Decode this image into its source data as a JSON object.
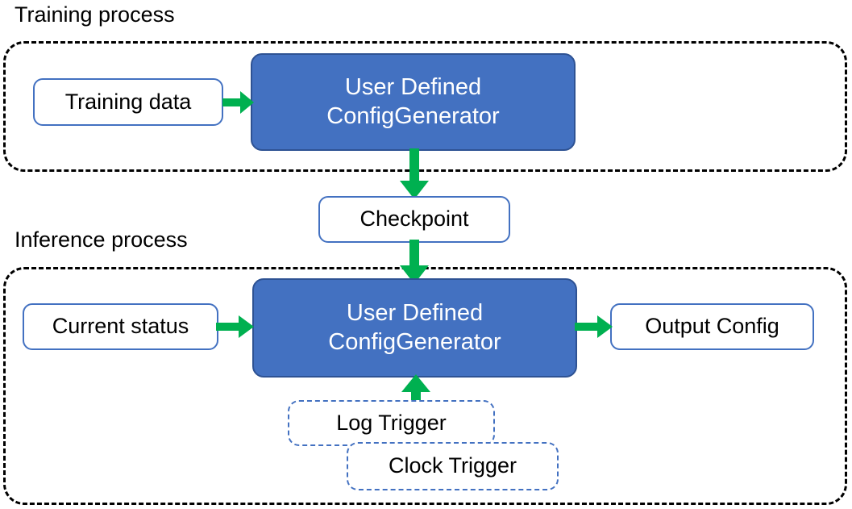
{
  "diagram": {
    "title_training": "Training process",
    "title_inference": "Inference process",
    "colors": {
      "process_fill": "#4371C1",
      "process_stroke": "#2E5293",
      "node_stroke": "#4371C1",
      "arrow_green": "#00B050",
      "group_stroke": "#000000",
      "text_dark": "#000000",
      "text_light": "#FFFFFF"
    },
    "training": {
      "caption": "Training process",
      "input_label": "Training data",
      "process_line1": "User Defined",
      "process_line2": "ConfigGenerator"
    },
    "checkpoint": {
      "label": "Checkpoint"
    },
    "inference": {
      "caption": "Inference process",
      "input_label": "Current status",
      "process_line1": "User Defined",
      "process_line2": "ConfigGenerator",
      "output_label": "Output Config",
      "trigger_log_label": "Log Trigger",
      "trigger_clock_label": "Clock Trigger"
    },
    "edges": [
      {
        "name": "training-data-to-generator",
        "from": "Training data",
        "to": "User Defined ConfigGenerator",
        "direction": "right"
      },
      {
        "name": "generator-to-checkpoint",
        "from": "User Defined ConfigGenerator",
        "to": "Checkpoint",
        "direction": "down"
      },
      {
        "name": "checkpoint-to-inference-generator",
        "from": "Checkpoint",
        "to": "User Defined ConfigGenerator",
        "direction": "down"
      },
      {
        "name": "current-status-to-generator",
        "from": "Current status",
        "to": "User Defined ConfigGenerator",
        "direction": "right"
      },
      {
        "name": "generator-to-output-config",
        "from": "User Defined ConfigGenerator",
        "to": "Output Config",
        "direction": "right"
      },
      {
        "name": "triggers-to-generator",
        "from": "Log Trigger / Clock Trigger",
        "to": "User Defined ConfigGenerator",
        "direction": "up"
      }
    ]
  }
}
